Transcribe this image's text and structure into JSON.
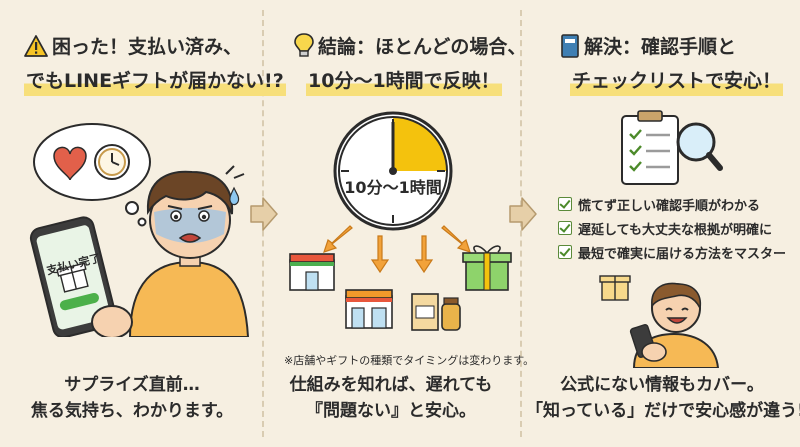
{
  "panels": {
    "trouble": {
      "heading_line1": "困った！支払い済み、",
      "heading_line2": "でもLINEギフトが届かない!?",
      "phone_text": "支払い完了",
      "footer_line1": "サプライズ直前…",
      "footer_line2": "焦る気持ち、わかります。",
      "icon": "warning-icon"
    },
    "conclusion": {
      "heading_line1": "結論：ほとんどの場合、",
      "heading_line2": "10分〜1時間で反映！",
      "clock_text": "10分〜1時間",
      "note": "※店舗やギフトの種類でタイミングは変わります。",
      "footer_line1": "仕組みを知れば、遅れても",
      "footer_line2": "『問題ない』と安心。",
      "icon": "lightbulb-icon"
    },
    "solution": {
      "heading_line1": "解決：確認手順と",
      "heading_line2": "チェックリストで安心！",
      "checklist": [
        "慌てず正しい確認手順がわかる",
        "遅延しても大丈夫な根拠が明確に",
        "最短で確実に届ける方法をマスター"
      ],
      "footer_line1": "公式にない情報もカバー。",
      "footer_line2": "「知っている」だけで安心感が違う!",
      "icon": "book-icon"
    }
  },
  "colors": {
    "background": "#f6efe1",
    "highlight": "#f7df7a",
    "clock_wedge": "#f4c20d",
    "arrow": "#e6cfa8",
    "check": "#4c8a2a"
  }
}
